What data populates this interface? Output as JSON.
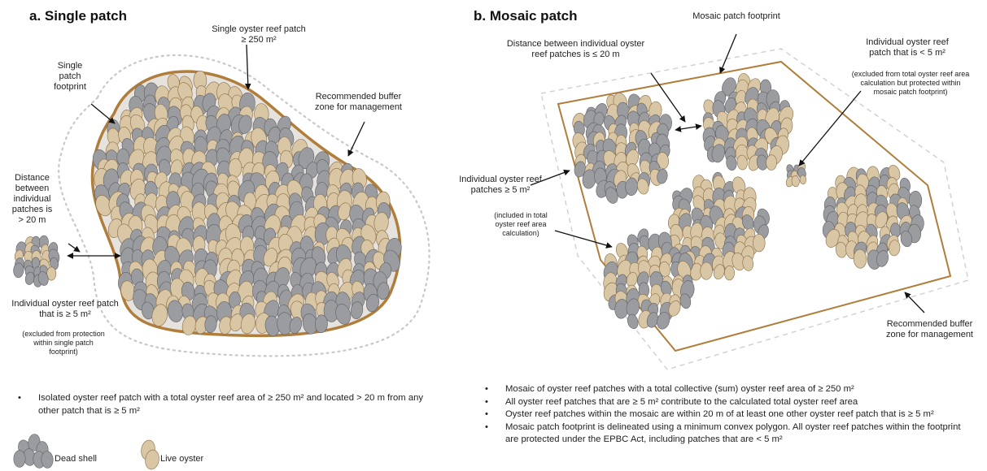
{
  "panel_a": {
    "title": "a. Single patch",
    "label_reef_patch": "Single oyster reef patch ≥ 250 m²",
    "label_footprint": "Single patch footprint",
    "label_buffer": "Recommended buffer zone for management",
    "label_distance": "Distance between individual patches is > 20 m",
    "label_isolated_patch": "Individual oyster reef patch that is ≥ 5 m²",
    "note_isolated_patch": "(excluded from protection within single patch footprint)",
    "bullets": [
      "Isolated oyster reef patch with a total oyster reef area of ≥ 250 m² and located > 20 m from any other patch that is ≥ 5 m²"
    ]
  },
  "panel_b": {
    "title": "b. Mosaic patch",
    "label_footprint": "Mosaic patch footprint",
    "label_distance": "Distance between individual oyster reef patches is ≤ 20 m",
    "label_small_patch": "Individual oyster reef patch that is < 5 m²",
    "note_small_patch": "(excluded from total oyster reef area calculation but protected within mosaic patch footprint)",
    "label_patches": "Individual oyster reef patches ≥ 5 m²",
    "note_patches": "(included in total oyster reef area calculation)",
    "label_buffer": "Recommended buffer zone for management",
    "bullets": [
      "Mosaic of oyster reef patches with a total collective (sum) oyster reef area of ≥ 250 m²",
      "All oyster reef patches that are ≥ 5 m² contribute to the calculated total oyster reef area",
      "Oyster reef patches within the mosaic are within 20 m of at least one other oyster reef patch that is ≥ 5 m²",
      "Mosaic patch footprint is delineated using a minimum convex polygon. All oyster reef patches within the footprint are protected under the EPBC Act, including patches that are < 5 m²"
    ]
  },
  "legend": {
    "dead_shell": "Dead shell",
    "live_oyster": "Live oyster"
  },
  "colors": {
    "footprint_outline": "#b07d3a",
    "buffer_dots": "#c8c8c8",
    "dead_shell": "#9a9ca0",
    "live_oyster": "#d9c6a4"
  },
  "icons": [
    "dead-shell-icon",
    "live-oyster-icon",
    "arrow-icon"
  ]
}
